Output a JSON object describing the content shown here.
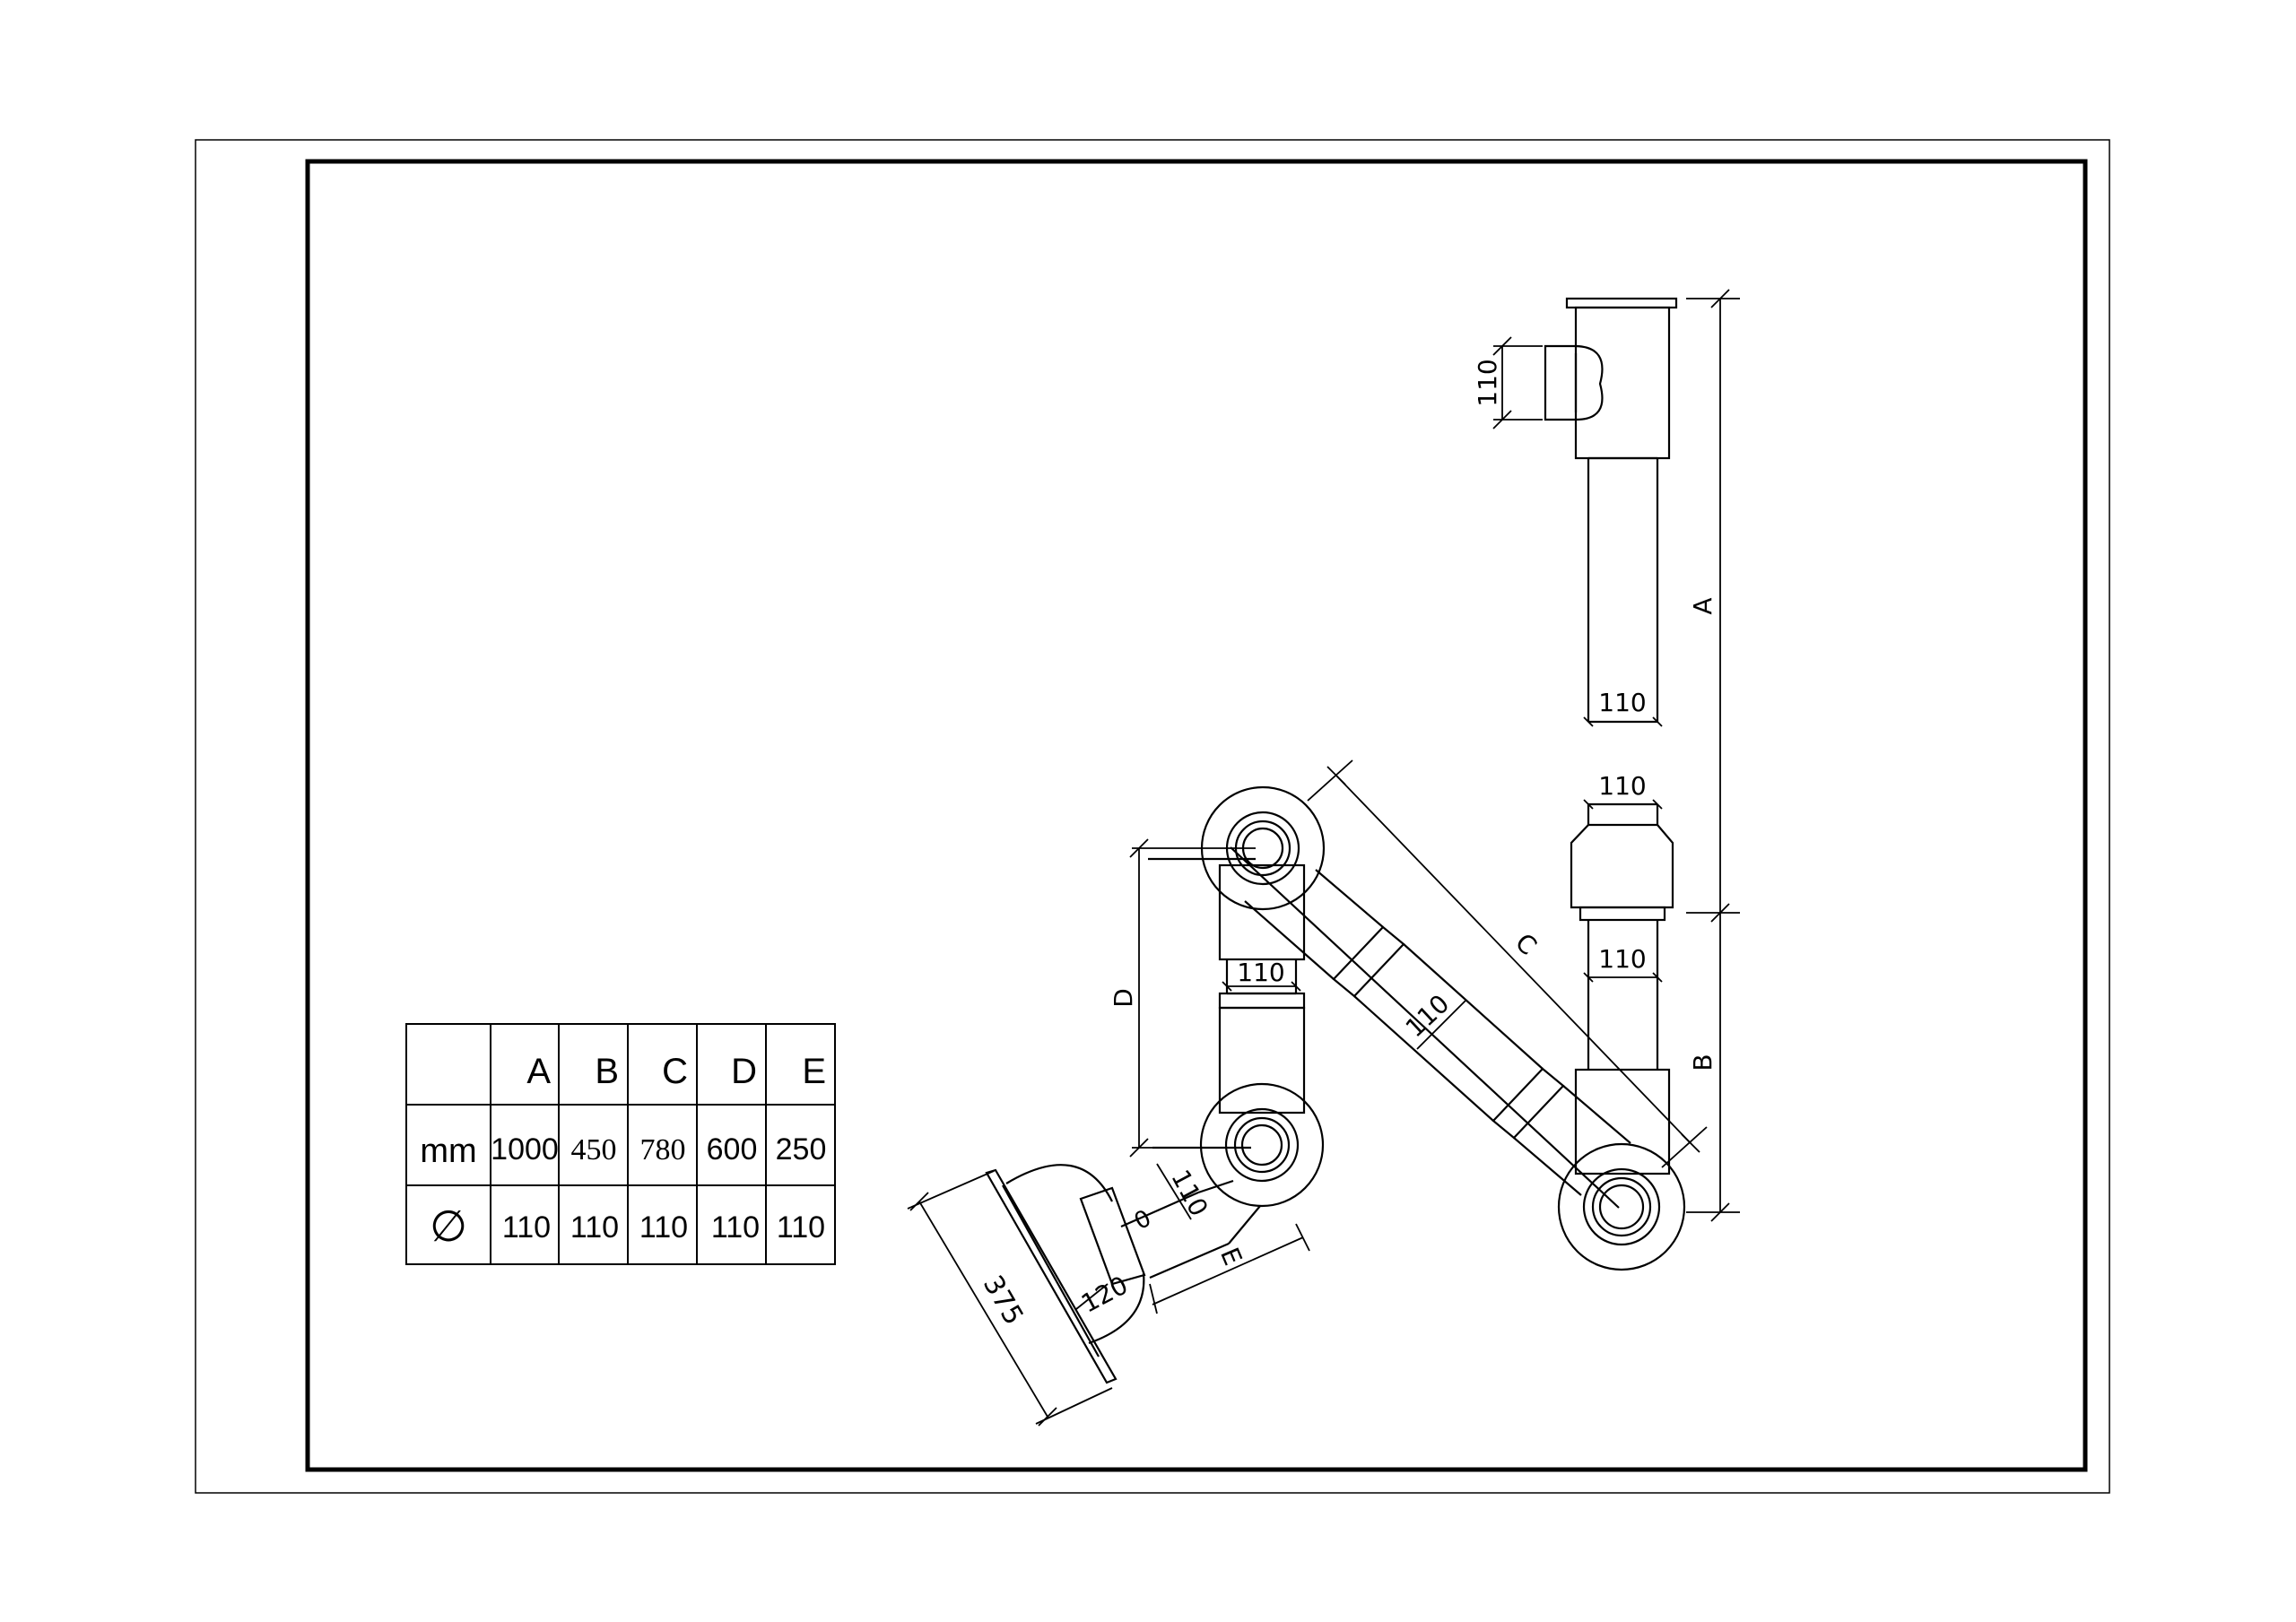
{
  "table": {
    "columns": [
      "A",
      "B",
      "C",
      "D",
      "E"
    ],
    "rows": [
      {
        "label": "mm",
        "values": [
          "1000",
          "450",
          "780",
          "600",
          "250"
        ]
      },
      {
        "label": "∅",
        "values": [
          "110",
          "110",
          "110",
          "110",
          "110"
        ]
      }
    ]
  },
  "dimensions": {
    "A": "A",
    "B": "B",
    "C": "C",
    "D": "D",
    "E": "E",
    "hood_width": "375",
    "hood_neck": "120",
    "pipe_110": "110",
    "hood_label_zero": "0"
  }
}
